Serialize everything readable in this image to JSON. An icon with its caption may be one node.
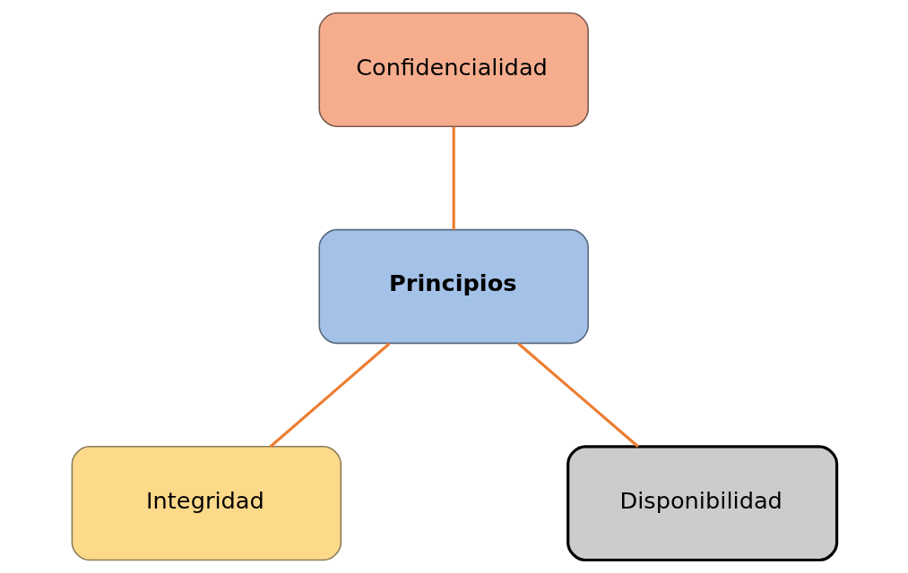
{
  "diagram": {
    "nodes": [
      {
        "text": [
          "Confidencialidad"
        ]
      },
      {
        "text": [
          "Principios"
        ]
      },
      {
        "text": [
          "Integridad"
        ]
      },
      {
        "text": [
          "Disponibilidad"
        ]
      }
    ],
    "edges": [
      {
        "from": 0,
        "to": 1,
        "arrow": "none"
      },
      {
        "from": 1,
        "to": 2,
        "arrow": "none"
      },
      {
        "from": 1,
        "to": 3,
        "arrow": "none"
      }
    ]
  }
}
